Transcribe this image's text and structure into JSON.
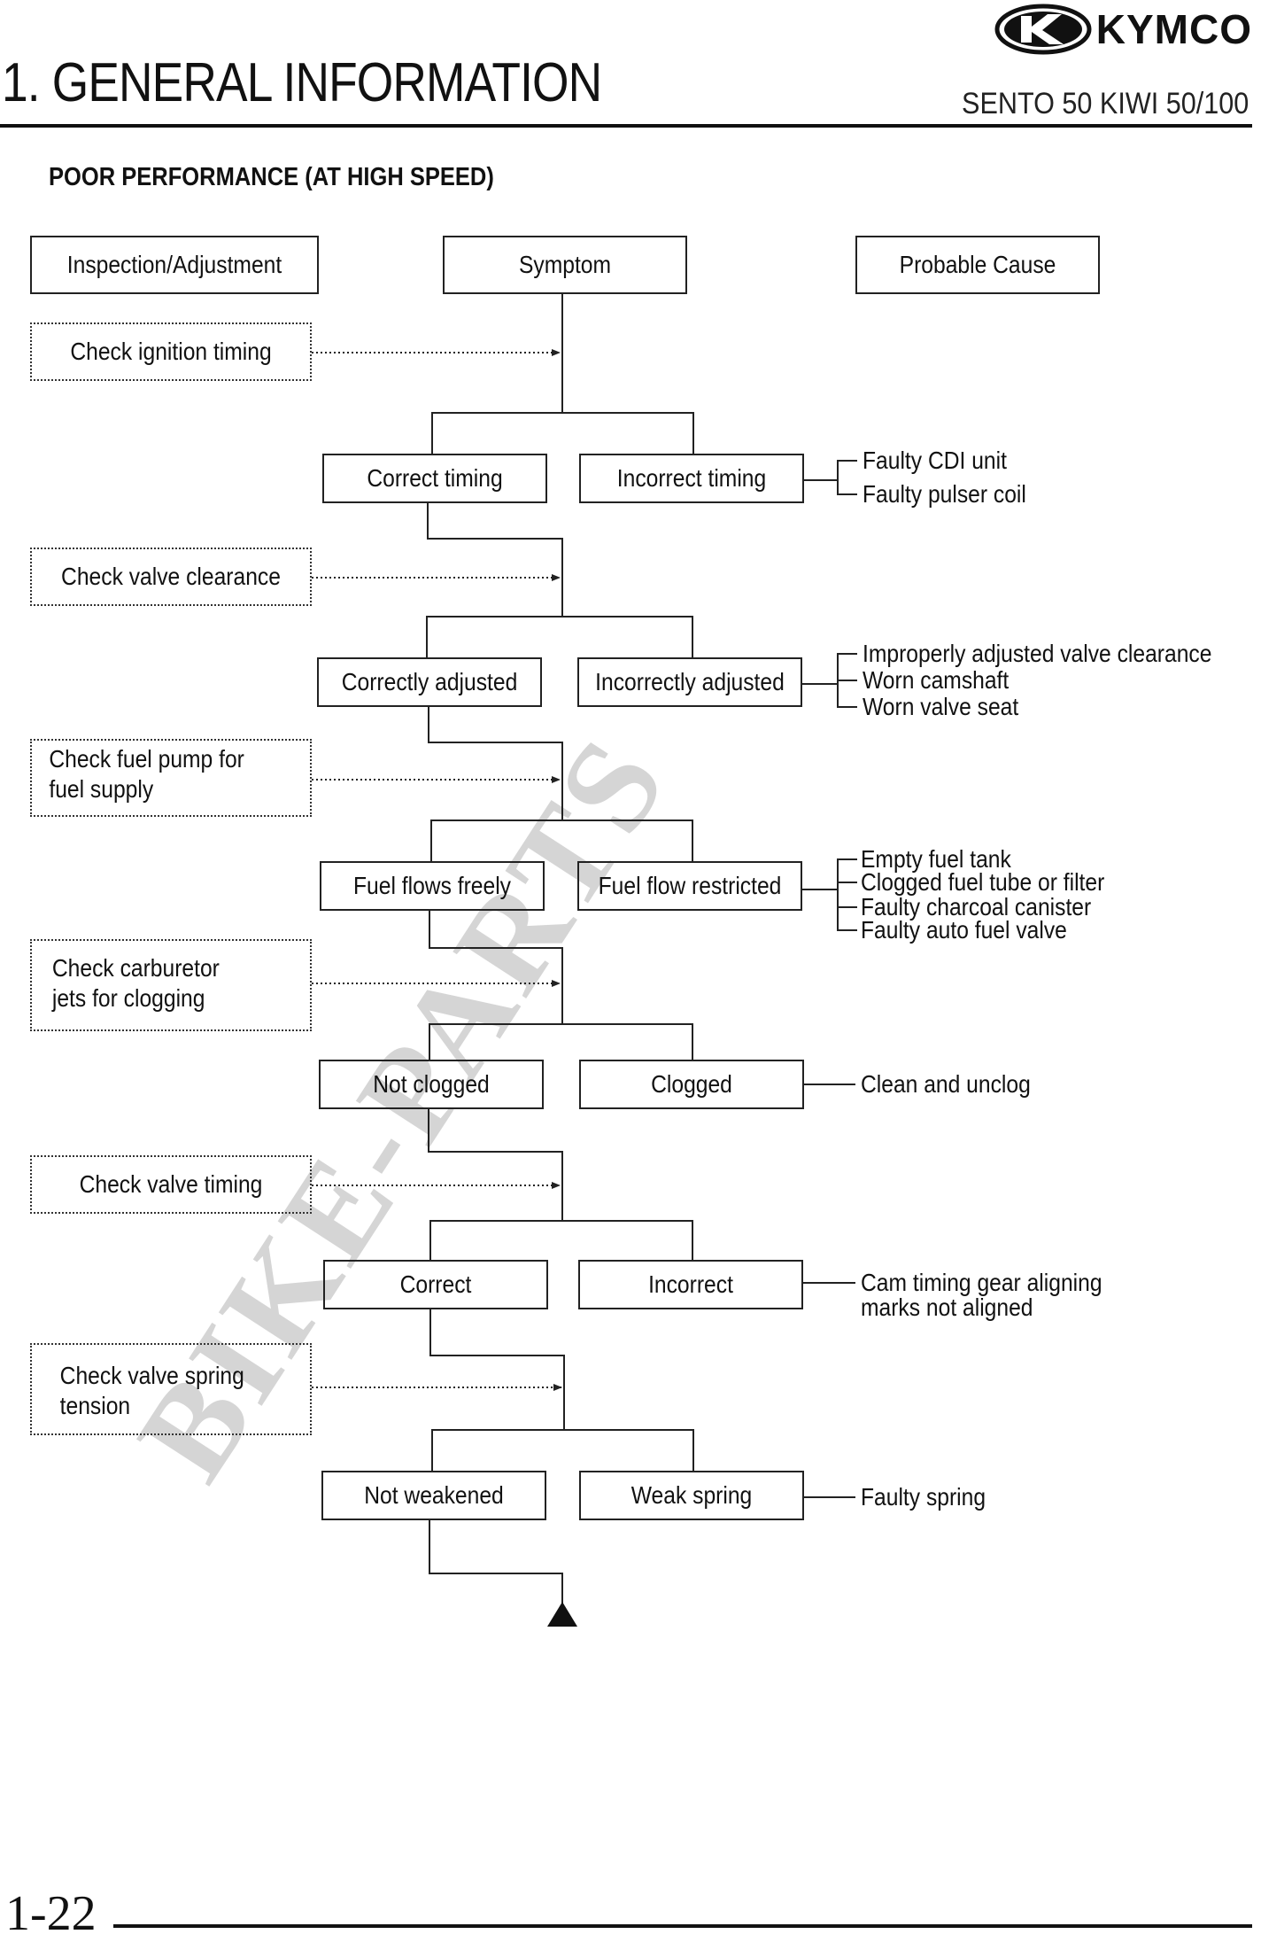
{
  "header": {
    "title": "1. GENERAL INFORMATION",
    "model": "SENTO 50 KIWI 50/100",
    "brand": "KYMCO"
  },
  "section_title": "POOR PERFORMANCE (AT HIGH SPEED)",
  "columns": {
    "inspection": "Inspection/Adjustment",
    "symptom": "Symptom",
    "cause": "Probable Cause"
  },
  "steps": [
    {
      "check": "Check ignition timing",
      "ok": "Correct timing",
      "ng": "Incorrect timing",
      "causes": [
        "Faulty CDI unit",
        "Faulty pulser coil"
      ]
    },
    {
      "check": "Check valve clearance",
      "ok": "Correctly adjusted",
      "ng": "Incorrectly adjusted",
      "causes": [
        "Improperly adjusted valve clearance",
        "Worn camshaft",
        "Worn valve seat"
      ]
    },
    {
      "check": "Check fuel pump for fuel supply",
      "ok": "Fuel flows freely",
      "ng": "Fuel flow restricted",
      "causes": [
        "Empty fuel tank",
        "Clogged fuel tube or filter",
        "Faulty charcoal canister",
        "Faulty auto fuel valve"
      ]
    },
    {
      "check": "Check carburetor jets for clogging",
      "ok": "Not clogged",
      "ng": "Clogged",
      "causes": [
        "Clean and unclog"
      ]
    },
    {
      "check": "Check valve timing",
      "ok": "Correct",
      "ng": "Incorrect",
      "causes": [
        "Cam timing gear aligning marks not aligned"
      ]
    },
    {
      "check": "Check valve spring tension",
      "ok": "Not weakened",
      "ng": "Weak spring",
      "causes": [
        "Faulty spring"
      ]
    }
  ],
  "watermark": "BIKE-PARTS",
  "page_number": "1-22",
  "colors": {
    "ink": "#111111",
    "watermark": "#c8c8c8"
  }
}
